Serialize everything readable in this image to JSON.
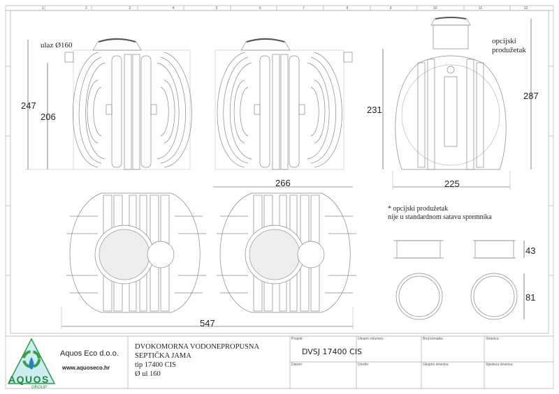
{
  "ruler": {
    "columns": [
      "1",
      "2",
      "3",
      "4",
      "5",
      "6",
      "7",
      "8",
      "9",
      "10",
      "11",
      "12"
    ]
  },
  "drawing": {
    "inlet_label": "ulaz Ø160",
    "option_label_line1": "opcijski",
    "option_label_line2": "produžetak",
    "dims": {
      "total_height": "247",
      "inlet_height": "206",
      "end_height": "231",
      "end_height_with_extension": "287",
      "width": "225",
      "chamber_length": "266",
      "total_length": "547",
      "extension_height": "43",
      "extension_diameter": "81"
    },
    "note_line1": "* opcijski produžetak",
    "note_line2": "nije u standardnom satavu spremnika"
  },
  "title_block": {
    "logo_text": "AQUOS",
    "logo_subtext": "GROUP",
    "company": "Aquos Eco d.o.o.",
    "website": "www.aquoseco.hr",
    "description_line1": "DVOKOMORNA VODONEPROPUSNA",
    "description_line2": "SEPTIČKA JAMA",
    "description_line3": "tip 17400 CIS",
    "description_line4": "Ø ul 160",
    "fields": {
      "project_label": "Projekt:",
      "project_value": "DVSJ 17400 CIS",
      "volume_label": "Ukupni volumen:",
      "pieces_label": "Broj komada:",
      "page_label": "Stranica:",
      "date_label": "Datum:",
      "drawn_label": "Uredio:",
      "total_pages_label": "Ukupno stranica:",
      "next_page_label": "Sljedeća stranica:"
    }
  },
  "colors": {
    "line": "#9a9a9a",
    "logo_green": "#1f8a3a",
    "logo_blue": "#2a7fc9"
  }
}
